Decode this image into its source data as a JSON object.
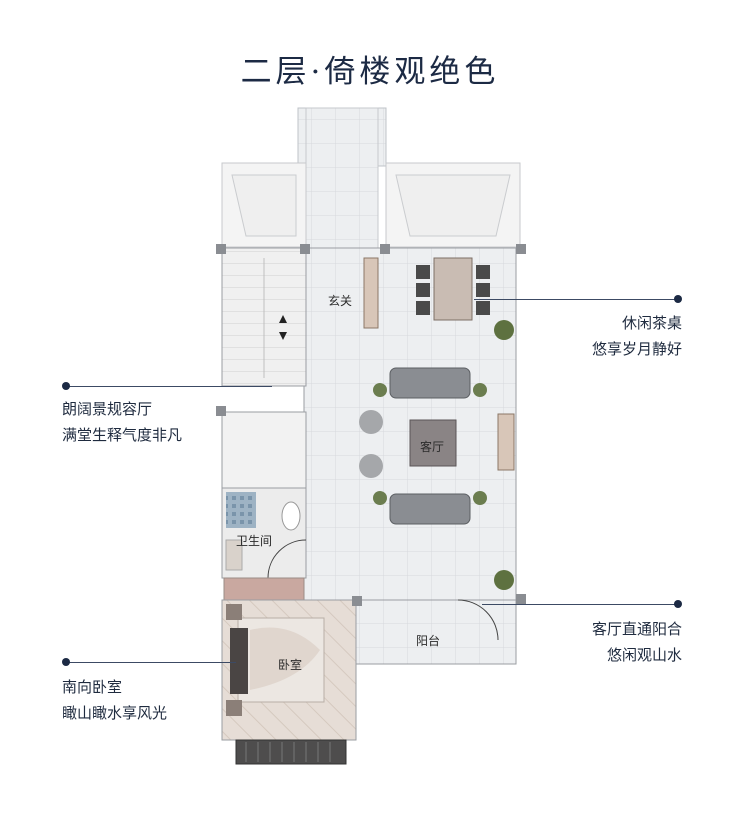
{
  "title": "二层·倚楼观绝色",
  "rooms": {
    "foyer": "玄关",
    "living": "客厅",
    "bathroom": "卫生间",
    "balcony": "阳台",
    "bedroom": "卧室"
  },
  "annotations": {
    "tea_table": {
      "line1": "休闲茶桌",
      "line2": "悠享岁月静好"
    },
    "living_room": {
      "line1": "朗阔景规容厅",
      "line2": "满堂生释气度非凡"
    },
    "balcony_access": {
      "line1": "客厅直通阳合",
      "line2": "悠闲观山水"
    },
    "bedroom": {
      "line1": "南向卧室",
      "line2": "瞰山瞰水享风光"
    }
  },
  "colors": {
    "title": "#1c2a44",
    "wall": "#8a8d92",
    "floor_marble": "#eceef0",
    "wood_floor": "#e4dcd5",
    "accent_line": "#3c4a64"
  }
}
